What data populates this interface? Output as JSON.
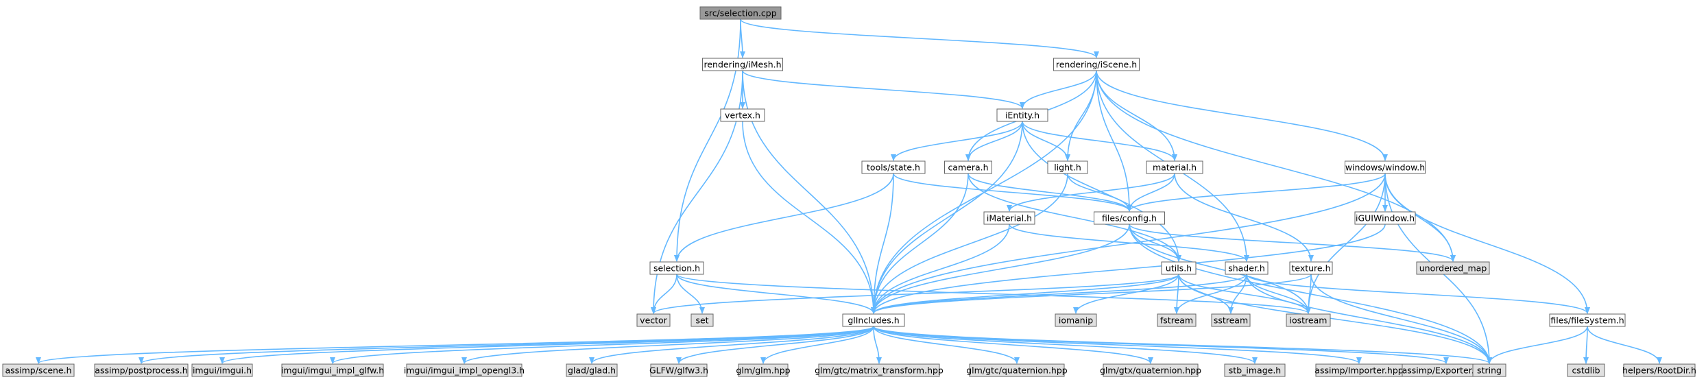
{
  "colors": {
    "edge": "#63b8ff",
    "node_border": "#666666",
    "node_fill": "#ffffff",
    "external_fill": "#e0e0e0",
    "root_fill": "#999999",
    "text": "#000000"
  },
  "nodes": [
    {
      "id": "selection_cpp",
      "label": "src/selection.cpp",
      "kind": "root"
    },
    {
      "id": "imesh",
      "label": "rendering/iMesh.h",
      "kind": "file"
    },
    {
      "id": "iscene",
      "label": "rendering/iScene.h",
      "kind": "file"
    },
    {
      "id": "vertex",
      "label": "vertex.h",
      "kind": "file"
    },
    {
      "id": "ientity",
      "label": "iEntity.h",
      "kind": "file"
    },
    {
      "id": "state",
      "label": "tools/state.h",
      "kind": "file"
    },
    {
      "id": "camera",
      "label": "camera.h",
      "kind": "file"
    },
    {
      "id": "light",
      "label": "light.h",
      "kind": "file"
    },
    {
      "id": "material",
      "label": "material.h",
      "kind": "file"
    },
    {
      "id": "window",
      "label": "windows/window.h",
      "kind": "file"
    },
    {
      "id": "config",
      "label": "files/config.h",
      "kind": "file"
    },
    {
      "id": "imaterial",
      "label": "iMaterial.h",
      "kind": "file"
    },
    {
      "id": "iguiwindow",
      "label": "iGUIWindow.h",
      "kind": "file"
    },
    {
      "id": "unordered_map",
      "label": "unordered_map",
      "kind": "external"
    },
    {
      "id": "selection_h",
      "label": "selection.h",
      "kind": "file"
    },
    {
      "id": "utils",
      "label": "utils.h",
      "kind": "file"
    },
    {
      "id": "shader",
      "label": "shader.h",
      "kind": "file"
    },
    {
      "id": "texture",
      "label": "texture.h",
      "kind": "file"
    },
    {
      "id": "vector",
      "label": "vector",
      "kind": "external"
    },
    {
      "id": "set",
      "label": "set",
      "kind": "external"
    },
    {
      "id": "glincludes",
      "label": "glIncludes.h",
      "kind": "file"
    },
    {
      "id": "iomanip",
      "label": "iomanip",
      "kind": "external"
    },
    {
      "id": "fstream",
      "label": "fstream",
      "kind": "external"
    },
    {
      "id": "sstream",
      "label": "sstream",
      "kind": "external"
    },
    {
      "id": "iostream",
      "label": "iostream",
      "kind": "external"
    },
    {
      "id": "filesystem",
      "label": "files/fileSystem.h",
      "kind": "file"
    },
    {
      "id": "assimp_scene",
      "label": "assimp/scene.h",
      "kind": "external"
    },
    {
      "id": "assimp_post",
      "label": "assimp/postprocess.h",
      "kind": "external"
    },
    {
      "id": "imgui",
      "label": "imgui/imgui.h",
      "kind": "external"
    },
    {
      "id": "imgui_glfw",
      "label": "imgui/imgui_impl_glfw.h",
      "kind": "external"
    },
    {
      "id": "imgui_gl3",
      "label": "imgui/imgui_impl_opengl3.h",
      "kind": "external"
    },
    {
      "id": "glad",
      "label": "glad/glad.h",
      "kind": "external"
    },
    {
      "id": "glfw3",
      "label": "GLFW/glfw3.h",
      "kind": "external"
    },
    {
      "id": "glm",
      "label": "glm/glm.hpp",
      "kind": "external"
    },
    {
      "id": "glm_mt",
      "label": "glm/gtc/matrix_transform.hpp",
      "kind": "external"
    },
    {
      "id": "glm_gtc_q",
      "label": "glm/gtc/quaternion.hpp",
      "kind": "external"
    },
    {
      "id": "glm_gtx_q",
      "label": "glm/gtx/quaternion.hpp",
      "kind": "external"
    },
    {
      "id": "stb",
      "label": "stb_image.h",
      "kind": "external"
    },
    {
      "id": "importer",
      "label": "assimp/Importer.hpp",
      "kind": "external"
    },
    {
      "id": "exporter",
      "label": "assimp/Exporter.hpp",
      "kind": "external"
    },
    {
      "id": "string",
      "label": "string",
      "kind": "external"
    },
    {
      "id": "cstdlib",
      "label": "cstdlib",
      "kind": "external"
    },
    {
      "id": "rootdir",
      "label": "helpers/RootDir.h",
      "kind": "external"
    }
  ],
  "edges": [
    [
      "selection_cpp",
      "imesh"
    ],
    [
      "selection_cpp",
      "iscene"
    ],
    [
      "selection_cpp",
      "selection_h"
    ],
    [
      "imesh",
      "vertex"
    ],
    [
      "imesh",
      "ientity"
    ],
    [
      "imesh",
      "glincludes"
    ],
    [
      "imesh",
      "vector"
    ],
    [
      "vertex",
      "glincludes"
    ],
    [
      "iscene",
      "ientity"
    ],
    [
      "iscene",
      "camera"
    ],
    [
      "iscene",
      "light"
    ],
    [
      "iscene",
      "material"
    ],
    [
      "iscene",
      "window"
    ],
    [
      "iscene",
      "config"
    ],
    [
      "iscene",
      "shader"
    ],
    [
      "iscene",
      "unordered_map"
    ],
    [
      "iscene",
      "glincludes"
    ],
    [
      "ientity",
      "state"
    ],
    [
      "ientity",
      "camera"
    ],
    [
      "ientity",
      "light"
    ],
    [
      "ientity",
      "material"
    ],
    [
      "ientity",
      "utils"
    ],
    [
      "ientity",
      "glincludes"
    ],
    [
      "state",
      "config"
    ],
    [
      "state",
      "selection_h"
    ],
    [
      "state",
      "glincludes"
    ],
    [
      "camera",
      "config"
    ],
    [
      "camera",
      "utils"
    ],
    [
      "camera",
      "glincludes"
    ],
    [
      "light",
      "config"
    ],
    [
      "light",
      "glincludes"
    ],
    [
      "material",
      "config"
    ],
    [
      "material",
      "imaterial"
    ],
    [
      "material",
      "texture"
    ],
    [
      "window",
      "config"
    ],
    [
      "window",
      "iguiwindow"
    ],
    [
      "window",
      "unordered_map"
    ],
    [
      "window",
      "filesystem"
    ],
    [
      "window",
      "string"
    ],
    [
      "window",
      "iostream"
    ],
    [
      "window",
      "glincludes"
    ],
    [
      "config",
      "utils"
    ],
    [
      "config",
      "unordered_map"
    ],
    [
      "config",
      "string"
    ],
    [
      "config",
      "iostream"
    ],
    [
      "config",
      "glincludes"
    ],
    [
      "imaterial",
      "shader"
    ],
    [
      "imaterial",
      "glincludes"
    ],
    [
      "iguiwindow",
      "glincludes"
    ],
    [
      "selection_h",
      "vector"
    ],
    [
      "selection_h",
      "set"
    ],
    [
      "selection_h",
      "glincludes"
    ],
    [
      "selection_h",
      "iostream"
    ],
    [
      "utils",
      "vector"
    ],
    [
      "utils",
      "iomanip"
    ],
    [
      "utils",
      "fstream"
    ],
    [
      "utils",
      "sstream"
    ],
    [
      "utils",
      "iostream"
    ],
    [
      "utils",
      "string"
    ],
    [
      "utils",
      "glincludes"
    ],
    [
      "shader",
      "fstream"
    ],
    [
      "shader",
      "sstream"
    ],
    [
      "shader",
      "iostream"
    ],
    [
      "shader",
      "string"
    ],
    [
      "shader",
      "filesystem"
    ],
    [
      "shader",
      "glincludes"
    ],
    [
      "texture",
      "iostream"
    ],
    [
      "texture",
      "string"
    ],
    [
      "texture",
      "glincludes"
    ],
    [
      "filesystem",
      "string"
    ],
    [
      "filesystem",
      "cstdlib"
    ],
    [
      "filesystem",
      "rootdir"
    ],
    [
      "glincludes",
      "assimp_scene"
    ],
    [
      "glincludes",
      "assimp_post"
    ],
    [
      "glincludes",
      "imgui"
    ],
    [
      "glincludes",
      "imgui_glfw"
    ],
    [
      "glincludes",
      "imgui_gl3"
    ],
    [
      "glincludes",
      "glad"
    ],
    [
      "glincludes",
      "glfw3"
    ],
    [
      "glincludes",
      "glm"
    ],
    [
      "glincludes",
      "glm_mt"
    ],
    [
      "glincludes",
      "glm_gtc_q"
    ],
    [
      "glincludes",
      "glm_gtx_q"
    ],
    [
      "glincludes",
      "stb"
    ],
    [
      "glincludes",
      "importer"
    ],
    [
      "glincludes",
      "exporter"
    ],
    [
      "glincludes",
      "string"
    ]
  ]
}
